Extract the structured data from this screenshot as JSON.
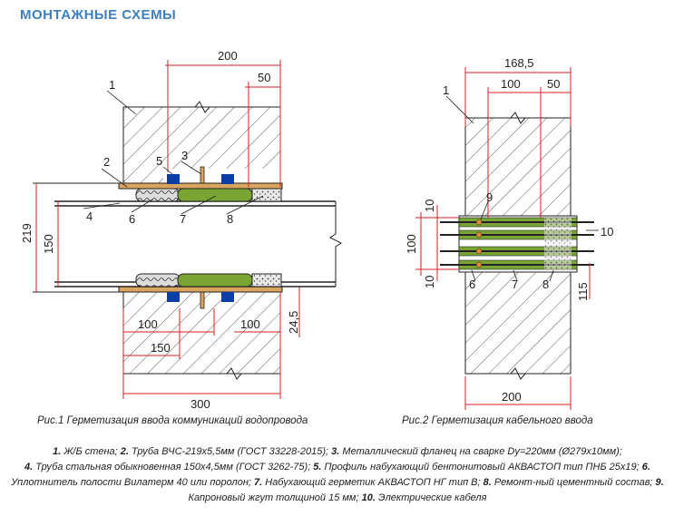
{
  "header": {
    "title": "МОНТАЖНЫЕ СХЕМЫ"
  },
  "colors": {
    "accent": "#3d7fc1",
    "dimension": "#d61f26",
    "gasket": "#7aa535",
    "bentonite": "#0b3fa6",
    "tape": "#e08a3a",
    "wall": "#f4f4f4"
  },
  "figure1": {
    "caption": "Рис.1 Герметизация ввода коммуникаций водопровода",
    "dimensions": {
      "d200": "200",
      "d50": "50",
      "d219": "219",
      "d150": "150",
      "d100a": "100",
      "d100b": "100",
      "d150b": "150",
      "d24": "24,5",
      "d300": "300"
    },
    "callouts": [
      "1",
      "2",
      "3",
      "4",
      "5",
      "6",
      "7",
      "8"
    ]
  },
  "figure2": {
    "caption": "Рис.2 Герметизация кабельного ввода",
    "dimensions": {
      "d168": "168,5",
      "d100": "100",
      "d50": "50",
      "d10a": "10",
      "d100v": "100",
      "d10b": "10",
      "d115": "115",
      "d200": "200"
    },
    "callouts": [
      "1",
      "9",
      "10",
      "6",
      "7",
      "8"
    ]
  },
  "legend": [
    {
      "num": "1.",
      "text": " Ж/Б стена; "
    },
    {
      "num": "2.",
      "text": " Труба ВЧС-219х5,5мм (ГОСТ 33228-2015); "
    },
    {
      "num": "3.",
      "text": " Металлический фланец на сварке Dy=220мм (Ø279х10мм);"
    },
    {
      "num": "4.",
      "text": " Труба стальная обыкновенная 150х4,5мм (ГОСТ 3262-75); "
    },
    {
      "num": "5.",
      "text": " Профиль набухающий бентонитовый АКВАСТОП тип ПНБ 25х19; "
    },
    {
      "num": "6.",
      "text": " Уплотнитель полости Вилатерм 40 или поролон; "
    },
    {
      "num": "7.",
      "text": " Набухающий герметик АКВАСТОП НГ тип В; "
    },
    {
      "num": "8.",
      "text": " Ремонт-ный цементный состав; "
    },
    {
      "num": "9.",
      "text": " Капроновый жгут толщиной 15 мм; "
    },
    {
      "num": "10.",
      "text": " Электрические кабеля"
    }
  ]
}
